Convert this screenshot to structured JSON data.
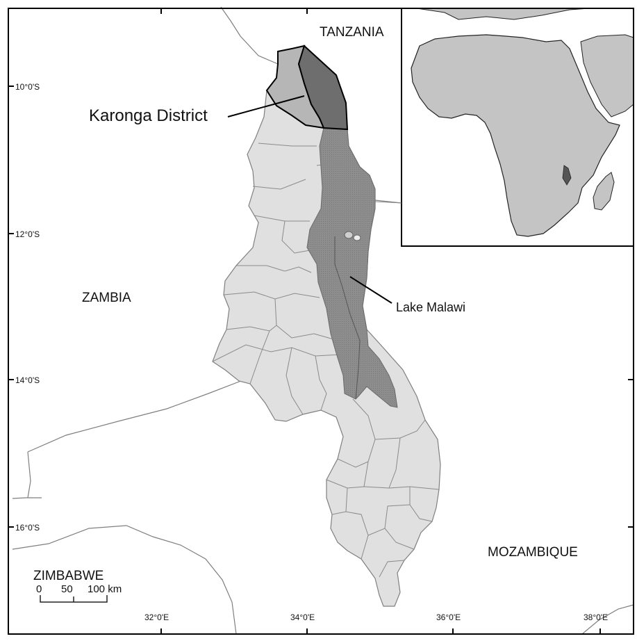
{
  "map": {
    "colors": {
      "frame": "#000000",
      "malawi_fill": "#e0e0e0",
      "lake_fill": "#8d8d8d",
      "karonga_fill": "#6e6e6e",
      "karonga_west_fill": "#b6b6b6",
      "africa_fill": "#c4c4c4",
      "border": "#7f7f7f",
      "background": "#ffffff"
    },
    "countries": {
      "tanzania": "TANZANIA",
      "zambia": "ZAMBIA",
      "mozambique": "MOZAMBIQUE",
      "zimbabwe": "ZIMBABWE"
    },
    "features": {
      "karonga": "Karonga District",
      "lake": "Lake Malawi"
    },
    "latitudes": [
      "10°0'S",
      "12°0'S",
      "14°0'S",
      "16°0'S"
    ],
    "longitudes": [
      "32°0'E",
      "34°0'E",
      "36°0'E",
      "38°0'E"
    ],
    "scale": {
      "labels": [
        "0",
        "50",
        "100 km"
      ]
    }
  }
}
